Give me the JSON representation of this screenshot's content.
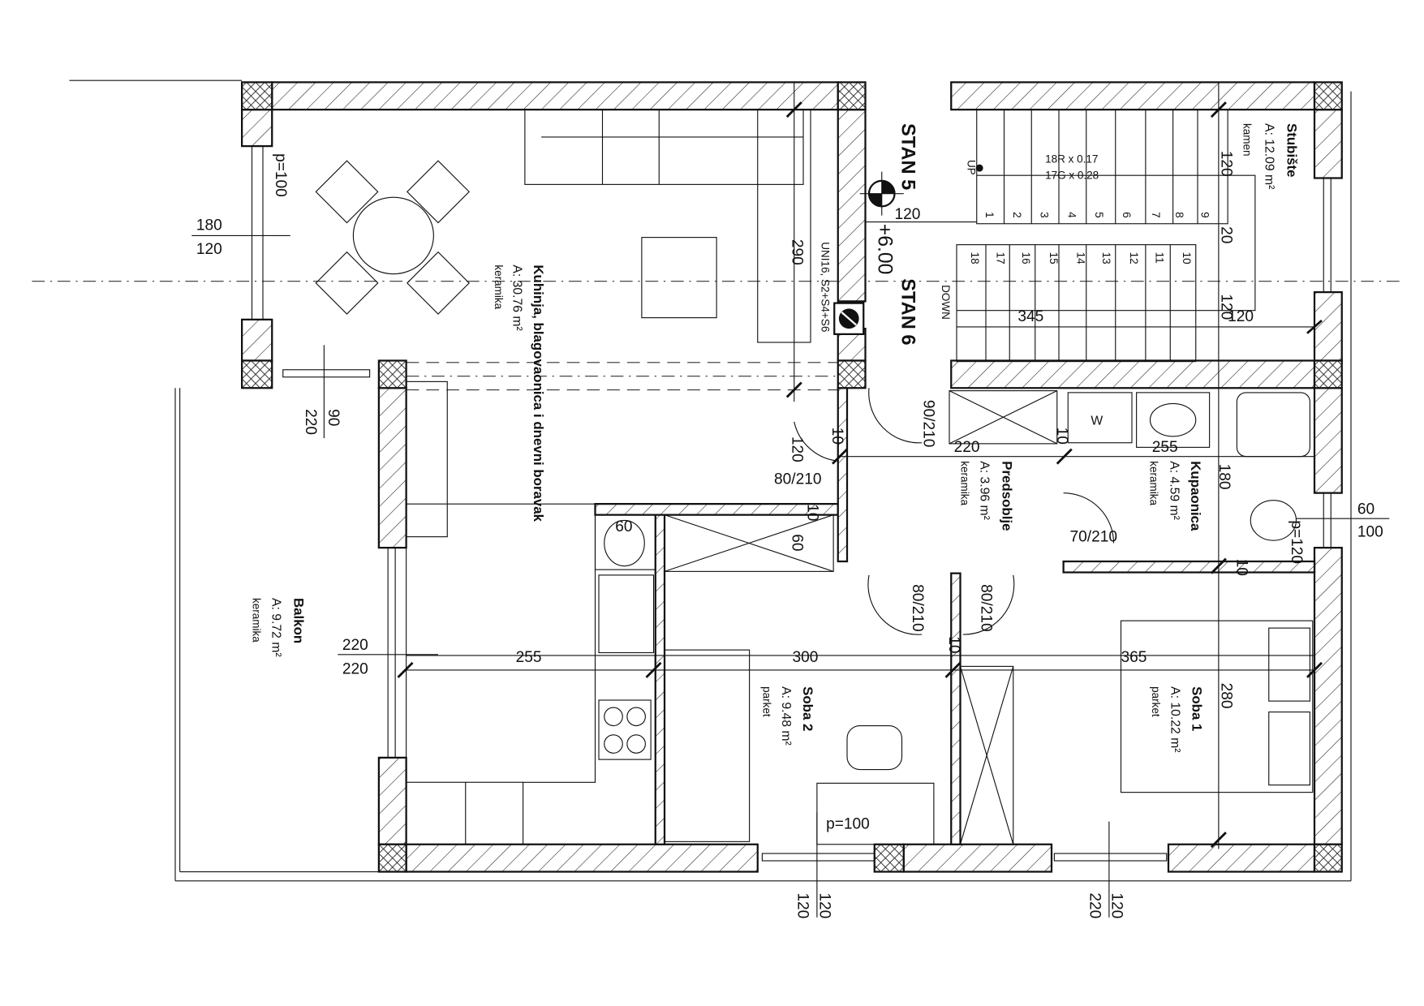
{
  "rooms": {
    "kitchen": {
      "name": "Kuhinja, blagovaonica i dnevni boravak",
      "area": "A: 30.76  m²",
      "floor": "keramika"
    },
    "balcony": {
      "name": "Balkon",
      "area": "A: 9.72  m²",
      "floor": "keramika"
    },
    "hall": {
      "name": "Predsoblje",
      "area": "A: 3.96  m²",
      "floor": "keramika"
    },
    "bathroom": {
      "name": "Kupaonica",
      "area": "A: 4.59  m²",
      "floor": "keramika"
    },
    "room1": {
      "name": "Soba 1",
      "area": "A: 10.22  m²",
      "floor": "parket"
    },
    "room2": {
      "name": "Soba 2",
      "area": "A: 9.48  m²",
      "floor": "parket"
    },
    "stairs": {
      "name": "Stubište",
      "area": "A: 12.09  m²",
      "floor": "kamen"
    }
  },
  "units": {
    "stan5": "STAN 5",
    "stan6": "STAN 6",
    "level": "+6.00"
  },
  "stair_info": {
    "risers": "18R x 0.17",
    "goings": "17G x 0.28",
    "up": "UP",
    "down": "DOWN",
    "steps": [
      "1",
      "2",
      "3",
      "4",
      "5",
      "6",
      "7",
      "8",
      "9",
      "10",
      "11",
      "12",
      "13",
      "14",
      "15",
      "16",
      "17",
      "18"
    ]
  },
  "chimney_label": "UNI16, S2+S4+S6",
  "washer_label": "W",
  "doors": {
    "d1": "80/210",
    "d2": "90/210",
    "d3": "70/210",
    "d4": "80/210",
    "d5": "80/210"
  },
  "windows": {
    "w_kitchen_left": {
      "top": "180",
      "bottom": "120",
      "sill": "p=100"
    },
    "w_kitchen_balcony": {
      "top": "90",
      "bottom": "220"
    },
    "w_balcony_door": {
      "top": "220",
      "bottom": "220"
    },
    "w_room2": {
      "top": "120",
      "bottom": "120",
      "sill": "p=100"
    },
    "w_room1": {
      "top": "120",
      "bottom": "220"
    },
    "w_bath": {
      "top": "60",
      "bottom": "100",
      "sill": "p=120"
    }
  },
  "dimensions": {
    "stair_120a": "120",
    "stair_120b": "120",
    "stair_120c": "120",
    "stair_120d": "120",
    "stair_20": "20",
    "stair_345": "345",
    "kitchen_290": "290",
    "kitchen_120": "120",
    "hob_60": "60",
    "wardrobe_60": "60",
    "hall_220": "220",
    "bath_255": "255",
    "bath_180": "180",
    "kitchen_255": "255",
    "room2_300": "300",
    "room1_365": "365",
    "room1_280": "280",
    "t10a": "10",
    "t10b": "10",
    "t10c": "10",
    "t10d": "10",
    "t10e": "10"
  }
}
